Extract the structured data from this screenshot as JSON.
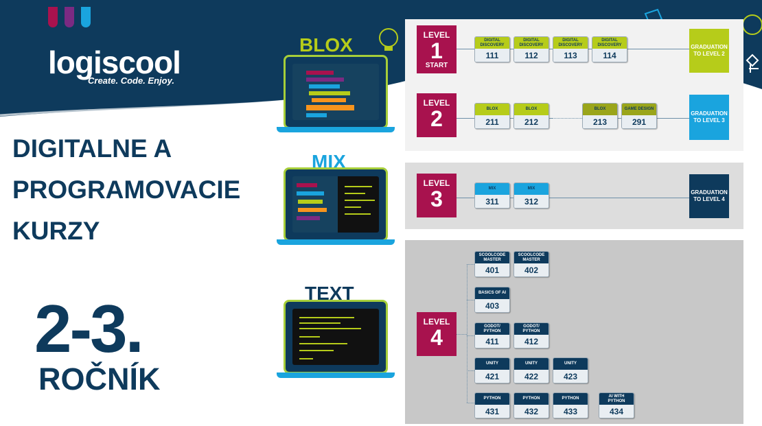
{
  "brand": {
    "name": "logiscool",
    "tagline": "Create. Code. Enjoy.",
    "colors": {
      "navy": "#0e3a5c",
      "lime": "#b6cc1a",
      "cyan": "#1aa4de",
      "magenta": "#a8124e",
      "purple": "#7b2a82"
    }
  },
  "headline": {
    "line1": "DIGITALNE A",
    "line2": "PROGRAMOVACIE",
    "line3": "KURZY"
  },
  "grade": {
    "number": "2-3.",
    "word": "ROČNÍK"
  },
  "tracks": {
    "blox": "BLOX",
    "mix": "MIX",
    "text": "TEXT"
  },
  "levels": [
    {
      "label": "LEVEL",
      "number": "1",
      "sub": "START",
      "courses": [
        {
          "title": "DIGITAL DISCOVERY",
          "code": "111"
        },
        {
          "title": "DIGITAL DISCOVERY",
          "code": "112"
        },
        {
          "title": "DIGITAL DISCOVERY",
          "code": "113"
        },
        {
          "title": "DIGITAL DISCOVERY",
          "code": "114"
        }
      ],
      "graduation": "GRADUATION TO LEVEL 2"
    },
    {
      "label": "LEVEL",
      "number": "2",
      "courses": [
        {
          "title": "BLOX",
          "code": "211"
        },
        {
          "title": "BLOX",
          "code": "212"
        },
        {
          "title": "BLOX",
          "code": "213"
        },
        {
          "title": "GAME DESIGN",
          "code": "291"
        }
      ],
      "graduation": "GRADUATION TO LEVEL 3"
    },
    {
      "label": "LEVEL",
      "number": "3",
      "courses": [
        {
          "title": "MIX",
          "code": "311"
        },
        {
          "title": "MIX",
          "code": "312"
        }
      ],
      "graduation": "GRADUATION TO LEVEL 4"
    },
    {
      "label": "LEVEL",
      "number": "4",
      "courses": [
        {
          "title": "SCOOLCODE MASTER",
          "code": "401"
        },
        {
          "title": "SCOOLCODE MASTER",
          "code": "402"
        },
        {
          "title": "BASICS OF AI",
          "code": "403"
        },
        {
          "title": "GODOT/ PYTHON",
          "code": "411"
        },
        {
          "title": "GODOT/ PYTHON",
          "code": "412"
        },
        {
          "title": "UNITY",
          "code": "421"
        },
        {
          "title": "UNITY",
          "code": "422"
        },
        {
          "title": "UNITY",
          "code": "423"
        },
        {
          "title": "PYTHON",
          "code": "431"
        },
        {
          "title": "PYTHON",
          "code": "432"
        },
        {
          "title": "PYTHON",
          "code": "433"
        },
        {
          "title": "AI WITH PYTHON",
          "code": "434"
        }
      ]
    }
  ]
}
